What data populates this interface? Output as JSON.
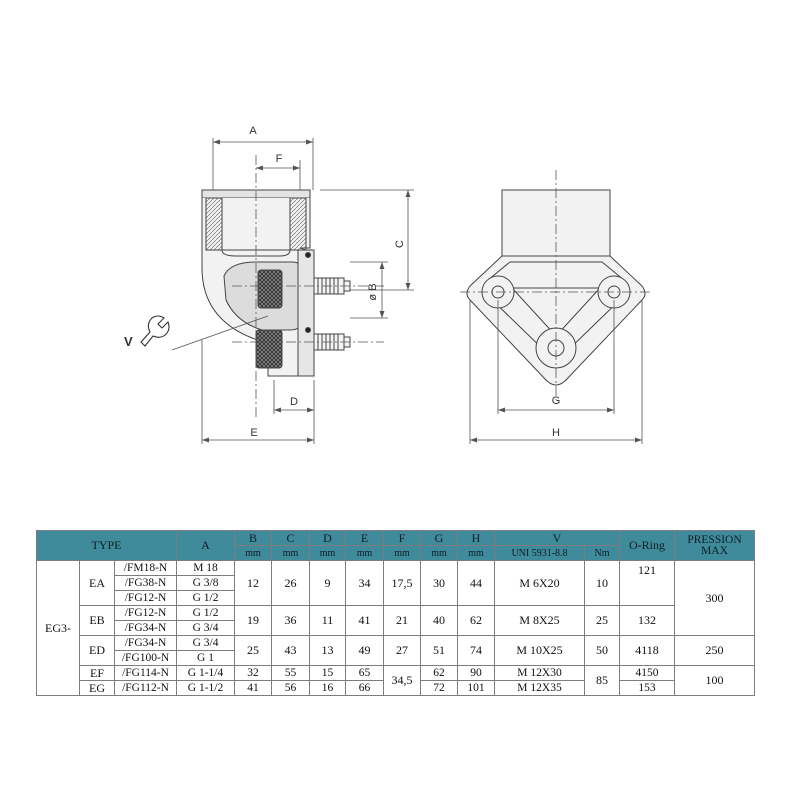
{
  "drawing": {
    "dim_a": "A",
    "dim_f": "F",
    "dim_c": "C",
    "dim_b": "ø B",
    "dim_d": "D",
    "dim_e": "E",
    "dim_g": "G",
    "dim_h": "H",
    "wrench_label": "V"
  },
  "table": {
    "headers": {
      "type": "TYPE",
      "a": "A",
      "b": "B",
      "c": "C",
      "d": "D",
      "e": "E",
      "f": "F",
      "g": "G",
      "h": "H",
      "v": "V",
      "oring": "O-Ring",
      "pression": "PRESSION MAX",
      "unit": "mm",
      "v_spec": "UNI 5931-8.8",
      "nm": "Nm"
    },
    "prefix": "EG3-",
    "rows": [
      {
        "group": "EA",
        "code": "/FM18-N",
        "a": "M 18"
      },
      {
        "group": "",
        "code": "/FG38-N",
        "a": "G 3/8"
      },
      {
        "group": "",
        "code": "/FG12-N",
        "a": "G 1/2"
      },
      {
        "group": "EB",
        "code": "/FG12-N",
        "a": "G 1/2"
      },
      {
        "group": "",
        "code": "/FG34-N",
        "a": "G 3/4"
      },
      {
        "group": "ED",
        "code": "/FG34-N",
        "a": "G 3/4"
      },
      {
        "group": "",
        "code": "/FG100-N",
        "a": "G 1"
      },
      {
        "group": "EF",
        "code": "/FG114-N",
        "a": "G 1-1/4"
      },
      {
        "group": "EG",
        "code": "/FG112-N",
        "a": "G 1-1/2"
      }
    ],
    "ea": {
      "b": "12",
      "c": "26",
      "d": "9",
      "e": "34",
      "f": "17,5",
      "g": "30",
      "h": "44",
      "v": "M 6X20",
      "nm": "10",
      "oring": "121"
    },
    "eb": {
      "b": "19",
      "c": "36",
      "d": "11",
      "e": "41",
      "f": "21",
      "g": "40",
      "h": "62",
      "v": "M 8X25",
      "nm": "25",
      "oring": "132"
    },
    "ed": {
      "b": "25",
      "c": "43",
      "d": "13",
      "e": "49",
      "f": "27",
      "g": "51",
      "h": "74",
      "v": "M 10X25",
      "nm": "50",
      "oring": "4118",
      "pression": "250"
    },
    "ef": {
      "b": "32",
      "c": "55",
      "d": "15",
      "e": "65",
      "g": "62",
      "h": "90",
      "v": "M 12X30",
      "oring": "4150"
    },
    "eg": {
      "b": "41",
      "c": "56",
      "d": "16",
      "e": "66",
      "g": "72",
      "h": "101",
      "v": "M 12X35",
      "oring": "153"
    },
    "shared": {
      "pression_ea_eb": "300",
      "f_ef_eg": "34,5",
      "nm_ef_eg": "85",
      "pression_ef_eg": "100"
    }
  }
}
